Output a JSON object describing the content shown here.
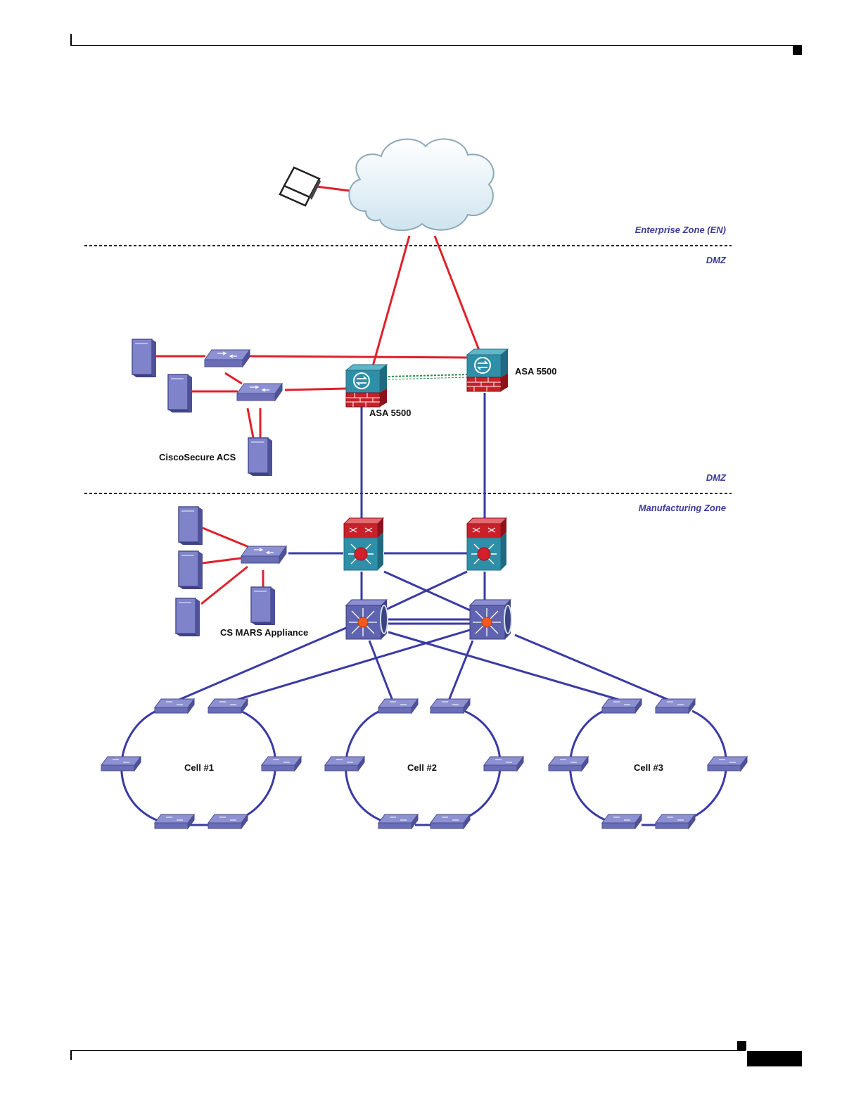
{
  "zones": {
    "enterprise": "Enterprise Zone (EN)",
    "dmz_top": "DMZ",
    "dmz_bottom": "DMZ",
    "manufacturing": "Manufacturing Zone"
  },
  "devices": {
    "asa_right": "ASA 5500",
    "asa_left": "ASA 5500",
    "acs": "CiscoSecure ACS",
    "mars": "CS MARS Appliance"
  },
  "cells": [
    "Cell #1",
    "Cell #2",
    "Cell #3"
  ],
  "colors": {
    "red_link": "#e0202a",
    "blue_link": "#3a3aa6",
    "device_purple": "#7f83c9",
    "zone_text": "#3b3b9a",
    "firewall_red": "#c9202a",
    "teal": "#2f8fa8"
  },
  "icons": [
    "laptop-icon",
    "cloud-icon",
    "server-icon",
    "switch-icon",
    "firewall-icon",
    "layer3-switch-icon",
    "core-switch-icon"
  ]
}
